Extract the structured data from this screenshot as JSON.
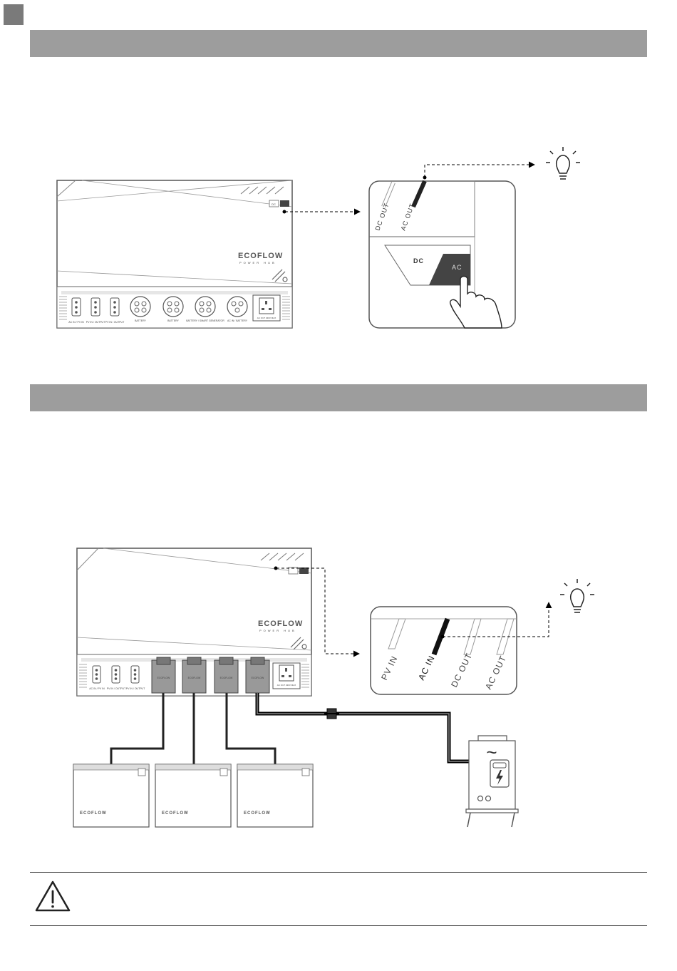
{
  "hub_top": {
    "brand": "ECOFLOW",
    "sub": "POWER HUB",
    "ports": [
      "AC IN / PV IN",
      "PV IN / OUTPUT",
      "PV IN / OUTPUT",
      "BATTERY",
      "BATTERY",
      "BATTERY / SMART GENERATOR",
      "AC IN / BATTERY",
      "AC OUT 230V MAX"
    ],
    "button_labels": [
      "DC",
      "AC"
    ]
  },
  "zoom_top": {
    "indicators": [
      "DC OUT",
      "AC OUT"
    ],
    "dc_label": "DC",
    "ac_label": "AC"
  },
  "hub_bottom": {
    "brand": "ECOFLOW",
    "sub": "POWER HUB",
    "connector_brand": "ECOFLOW",
    "ports": [
      "AC IN / PV IN",
      "PV IN / OUTPUT",
      "PV IN / OUTPUT"
    ],
    "socket_label": "AC OUT 230V MAX"
  },
  "zoom_bottom": {
    "indicators": [
      "PV IN",
      "AC IN",
      "DC OUT",
      "AC OUT"
    ]
  },
  "batteries": [
    {
      "brand": "ECOFLOW"
    },
    {
      "brand": "ECOFLOW"
    },
    {
      "brand": "ECOFLOW"
    }
  ],
  "generator": {
    "symbol": "~"
  },
  "warning": {
    "icon": "warning-triangle-icon"
  }
}
